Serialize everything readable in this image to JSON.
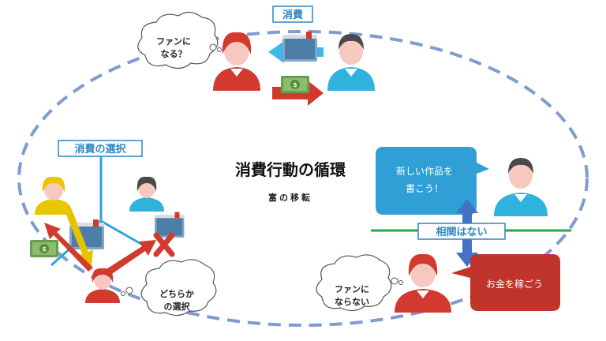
{
  "labels": {
    "consumption": "消費",
    "choice_of_consumption": "消費の選択",
    "main_title": "消費行動の循環",
    "main_subtitle": "富の移転",
    "no_correlation": "相関はない"
  },
  "bubbles": {
    "fan_question_line1": "ファンに",
    "fan_question_line2": "なる？",
    "either_line1": "どちらか",
    "either_line2": "の選択",
    "not_fan_line1": "ファンに",
    "not_fan_line2": "ならない",
    "creator_speech_line1": "新しい作品を",
    "creator_speech_line2": "書こう！",
    "earner_speech": "お金を稼ごう"
  },
  "colors": {
    "loop_dash": "#7f9bd0",
    "label_border": "#2e86c1",
    "label_text": "#2e86c1",
    "blue_speech": "#2f9fd6",
    "red_speech": "#c0342b",
    "green_line": "#27a844",
    "blue_arrow": "#4472c4",
    "red_arrow": "#d23a2e",
    "cyan_arrow": "#3fb8e8",
    "yellow_arrow": "#e6c200",
    "tree_line": "#2aa6d8",
    "red_person": "#d33a2f",
    "cyan_person": "#2fb2dc",
    "yellow_person": "#e6c700",
    "skin": "#f7c8c0",
    "hair_dark": "#4a4a4a"
  }
}
